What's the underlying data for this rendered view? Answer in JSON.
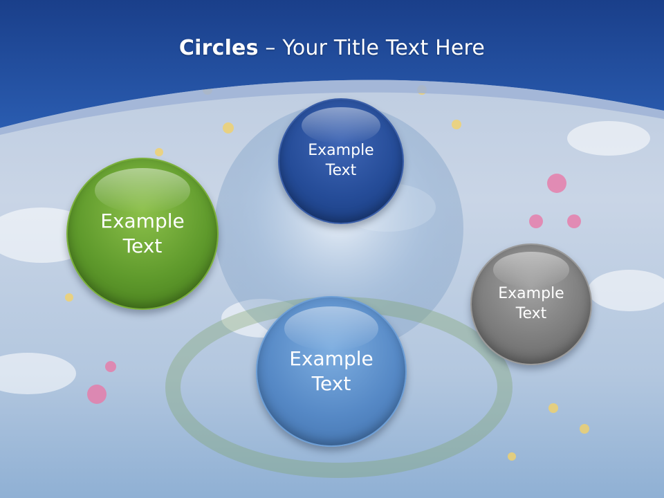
{
  "slide": {
    "title_bold": "Circles",
    "title_rest": " – Your Title Text Here"
  },
  "circles": [
    {
      "line1": "Example",
      "line2": "Text",
      "color": "#5f9a2c"
    },
    {
      "line1": "Example",
      "line2": "Text",
      "color": "#254c98"
    },
    {
      "line1": "Example",
      "line2": "Text",
      "color": "#5689c6"
    },
    {
      "line1": "Example",
      "line2": "Text",
      "color": "#7d7d7d"
    }
  ],
  "colors": {
    "header": "#1f4b9e",
    "accent_band": "#8ea4cc"
  }
}
